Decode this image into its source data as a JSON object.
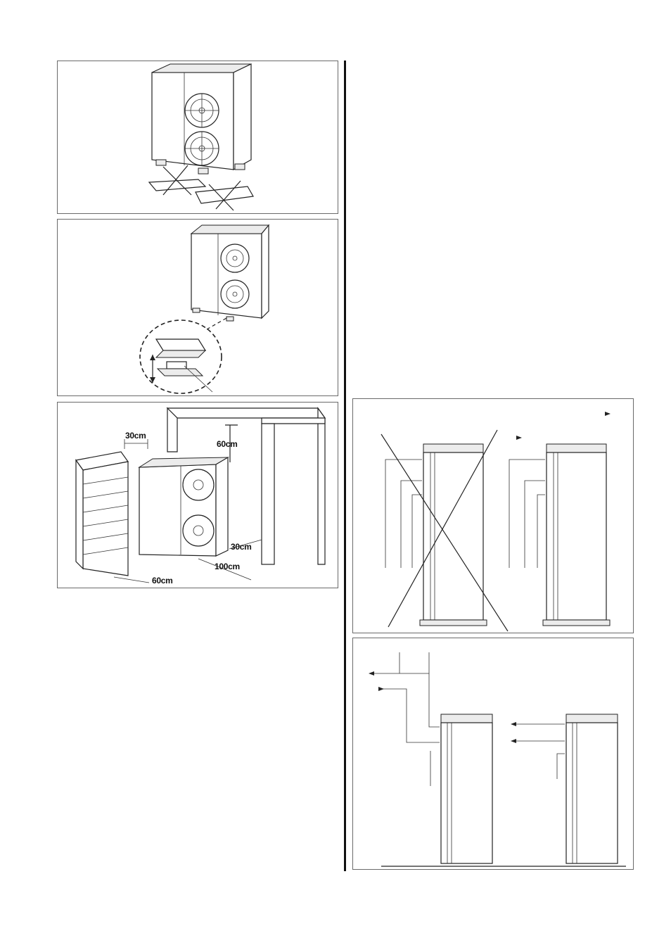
{
  "clearance": {
    "top": "60cm",
    "side_top": "30cm",
    "right": "30cm",
    "front": "100cm",
    "left_bottom": "60cm"
  },
  "colors": {
    "line": "#222222",
    "panel_border": "#6a6a6a",
    "background": "#ffffff"
  }
}
